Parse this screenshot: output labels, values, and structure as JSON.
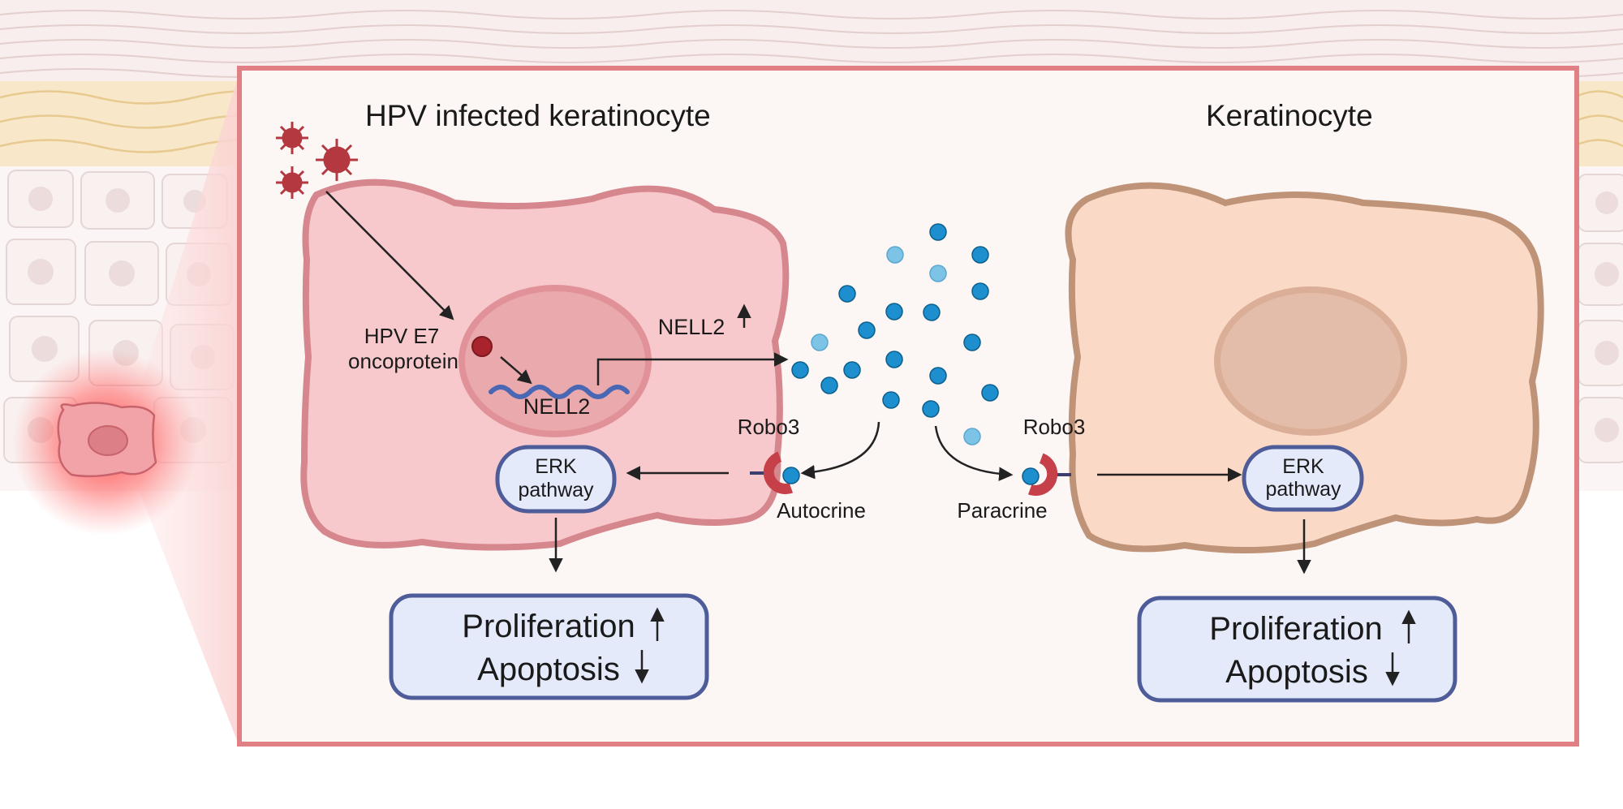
{
  "titles": {
    "infected_cell": "HPV infected keratinocyte",
    "normal_cell": "Keratinocyte"
  },
  "labels": {
    "e7_line1": "HPV E7",
    "e7_line2": "oncoprotein",
    "nell2_gene": "NELL2",
    "nell2_up": "NELL2",
    "robo3_left": "Robo3",
    "robo3_right": "Robo3",
    "autocrine": "Autocrine",
    "paracrine": "Paracrine",
    "erk_left_line1": "ERK",
    "erk_left_line2": "pathway",
    "erk_right_line1": "ERK",
    "erk_right_line2": "pathway",
    "outcome_left_line1": "Proliferation",
    "outcome_left_line2": "Apoptosis",
    "outcome_right_line1": "Proliferation",
    "outcome_right_line2": "Apoptosis"
  },
  "colors": {
    "frame_border": "#e07f84",
    "frame_fill": "#fcf6f5",
    "infected_cell_fill": "#f7c9cc",
    "infected_cell_stroke": "#d6868d",
    "infected_nucleus_fill": "#eaa9ad",
    "normal_cell_fill": "#fad9c6",
    "normal_cell_stroke": "#bf9378",
    "normal_nucleus_fill": "#e3bda9",
    "box_fill": "#e5eafb",
    "box_stroke": "#4e5c99",
    "virus": "#b3383f",
    "protein_dark": "#1d8fcf",
    "protein_light": "#7cc3e5",
    "receptor": "#c54049",
    "dna": "#4a67b3"
  }
}
